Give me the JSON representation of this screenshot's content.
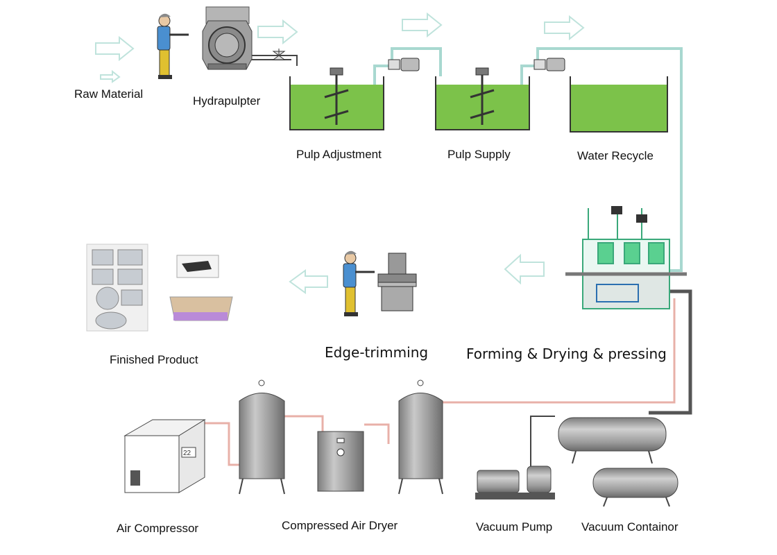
{
  "labels": {
    "raw_material": "Raw Material",
    "hydrapulpter": "Hydrapulpter",
    "pulp_adjustment": "Pulp Adjustment",
    "pulp_supply": "Pulp Supply",
    "water_recycle": "Water Recycle",
    "finished_product": "Finished Product",
    "edge_trimming": "Edge-trimming",
    "forming": "Forming & Drying & pressing",
    "air_compressor": "Air Compressor",
    "compressed_air_dryer": "Compressed Air Dryer",
    "vacuum_pump": "Vacuum Pump",
    "vacuum_container": "Vacuum Containor"
  },
  "panel_text": "22",
  "colors": {
    "pulp_green": "#7cc24a",
    "pipe_teal": "#a8d8d0",
    "air_pipe": "#e8b0a8",
    "vacuum_pipe": "#555555",
    "equipment_gray": "#9a9a9a",
    "arrow_outline": "#bfe3dc",
    "worker_shirt": "#4a8fd0",
    "worker_pants": "#e0c030"
  },
  "icons": [
    "flow-arrow-icon",
    "worker-icon",
    "valve-icon",
    "pump-icon",
    "agitator-icon"
  ]
}
